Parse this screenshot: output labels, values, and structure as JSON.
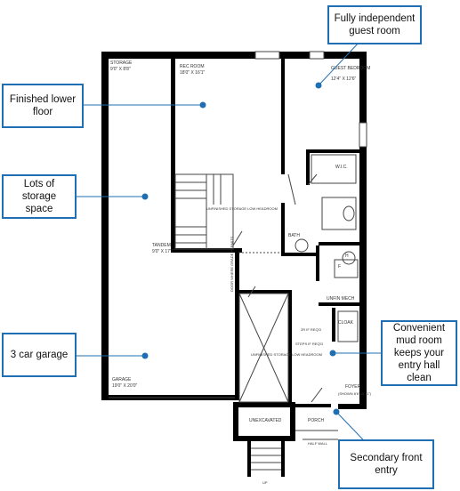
{
  "callouts": {
    "guest": "Fully independent guest room",
    "lower_floor": "Finished lower floor",
    "storage_space": "Lots of storage space",
    "garage": "3 car garage",
    "mudroom": "Convenient mud room keeps your entry hall clean",
    "front_entry": "Secondary front entry"
  },
  "rooms": {
    "storage": "STORAGE",
    "storage_dim": "9'0\" X 8'8\"",
    "rec_room": "REC ROOM",
    "rec_room_dim": "18'0\" X 16'1\"",
    "guest_bedroom": "GUEST BEDROOM",
    "guest_bedroom_dim": "12'4\" X 12'6\"",
    "wic": "W.I.C.",
    "unfinished_storage_1": "UNFINISHED STORAGE LOW HEADROOM",
    "bath": "BATH",
    "tandem": "TANDEM",
    "tandem_dim": "9'0\" X 17'7\"",
    "door_note": "DOOR WHERE GRADE PERMITS",
    "unfin_mech": "UNFIN MECH",
    "cloak": "CLOAK",
    "steps_note": "2R IF REQ'D",
    "steps_note_2": "STEPS IF REQ'D",
    "unfinished_storage_2": "UNFINISHED STORAGE LOW HEADROOM",
    "garage": "GARAGE",
    "garage_dim": "19'0\" X 20'0\"",
    "foyer": "FOYER",
    "foyer_dim": "(SHOWN 8'6\"X5'11\")",
    "unexcavated": "UNEXCAVATED",
    "porch": "PORCH",
    "up": "UP",
    "h_label": "H",
    "f_label": "F",
    "half_wall": "HALF WALL"
  },
  "colors": {
    "callout_border": "#1f6fb2",
    "leader": "#1f6fb2",
    "wall": "#000000"
  }
}
